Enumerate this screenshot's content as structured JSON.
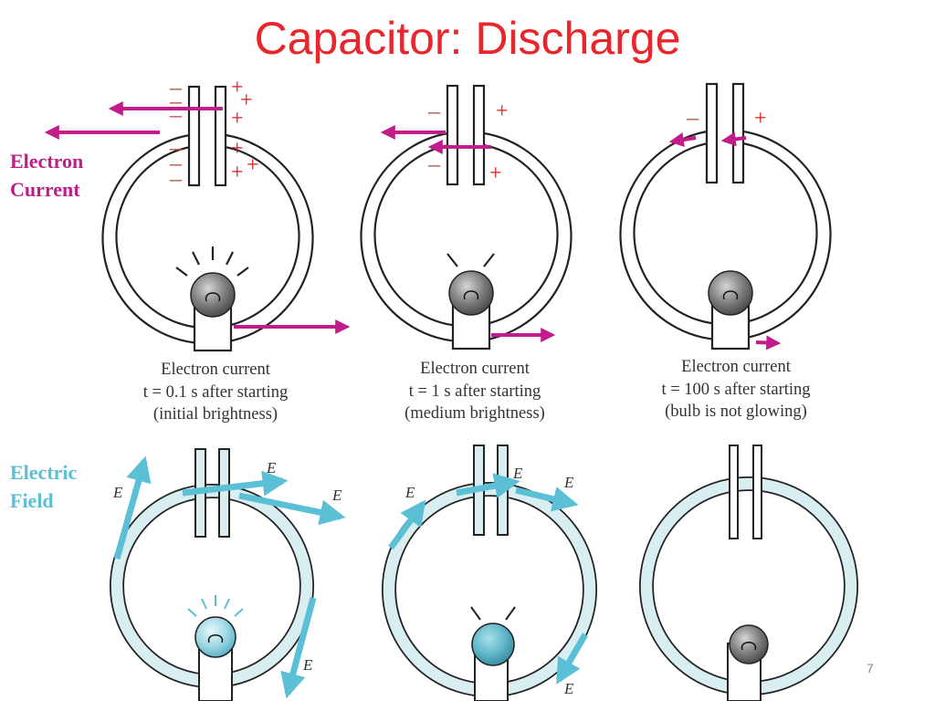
{
  "title": "Capacitor: Discharge",
  "side_labels": {
    "electron_current": [
      "Electron",
      "Current"
    ],
    "electric_field": [
      "Electric",
      "Field"
    ]
  },
  "captions": [
    {
      "lines": [
        "Electron current",
        "t = 0.1 s after starting",
        "(initial brightness)"
      ]
    },
    {
      "lines": [
        "Electron current",
        "t = 1 s after starting",
        "(medium brightness)"
      ]
    },
    {
      "lines": [
        "Electron current",
        "t = 100 s after starting",
        "(bulb is not glowing)"
      ]
    }
  ],
  "field_label": "E",
  "plate_signs": {
    "negative": "–",
    "positive": "+"
  },
  "page_number": "7",
  "colors": {
    "title": "#e8262b",
    "electron_current_label": "#c21b8a",
    "electric_field_label": "#5bbfd6",
    "current_arrow": "#c21b8a",
    "field_arrow": "#5bbfd6",
    "wire_fill": "#d9eef1",
    "negative_sign": "#b5534f",
    "positive_sign": "#e01a1a"
  }
}
